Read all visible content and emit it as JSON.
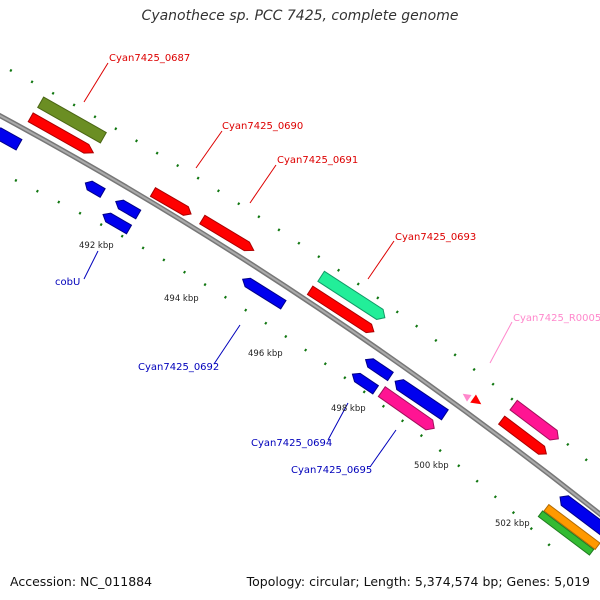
{
  "title": "Cyanothece sp. PCC 7425, complete genome",
  "footer": {
    "accession": "Accession: NC_011884",
    "summary": "Topology: circular; Length: 5,374,574 bp; Genes: 5,019"
  },
  "colors": {
    "backbone": "#888888",
    "red": "#ff0000",
    "blue": "#0000ee",
    "olive": "#6b8e23",
    "aqua": "#22ee99",
    "pink": "#ff3399",
    "orange": "#ff9900",
    "green": "#33bb33",
    "label_red": "#dd0000",
    "label_blue": "#0000bb",
    "label_pink": "#ff88cc"
  },
  "kbp_ticks": [
    "492 kbp",
    "494 kbp",
    "496 kbp",
    "498 kbp",
    "500 kbp",
    "502 kbp"
  ],
  "gene_labels": [
    {
      "id": "Cyan7425_0687",
      "color": "label_red"
    },
    {
      "id": "Cyan7425_0690",
      "color": "label_red"
    },
    {
      "id": "Cyan7425_0691",
      "color": "label_red"
    },
    {
      "id": "Cyan7425_0693",
      "color": "label_red"
    },
    {
      "id": "Cyan7425_R0005",
      "color": "label_pink"
    },
    {
      "id": "cobU",
      "color": "label_blue"
    },
    {
      "id": "Cyan7425_0692",
      "color": "label_blue"
    },
    {
      "id": "Cyan7425_0694",
      "color": "label_blue"
    },
    {
      "id": "Cyan7425_0695",
      "color": "label_blue"
    }
  ]
}
